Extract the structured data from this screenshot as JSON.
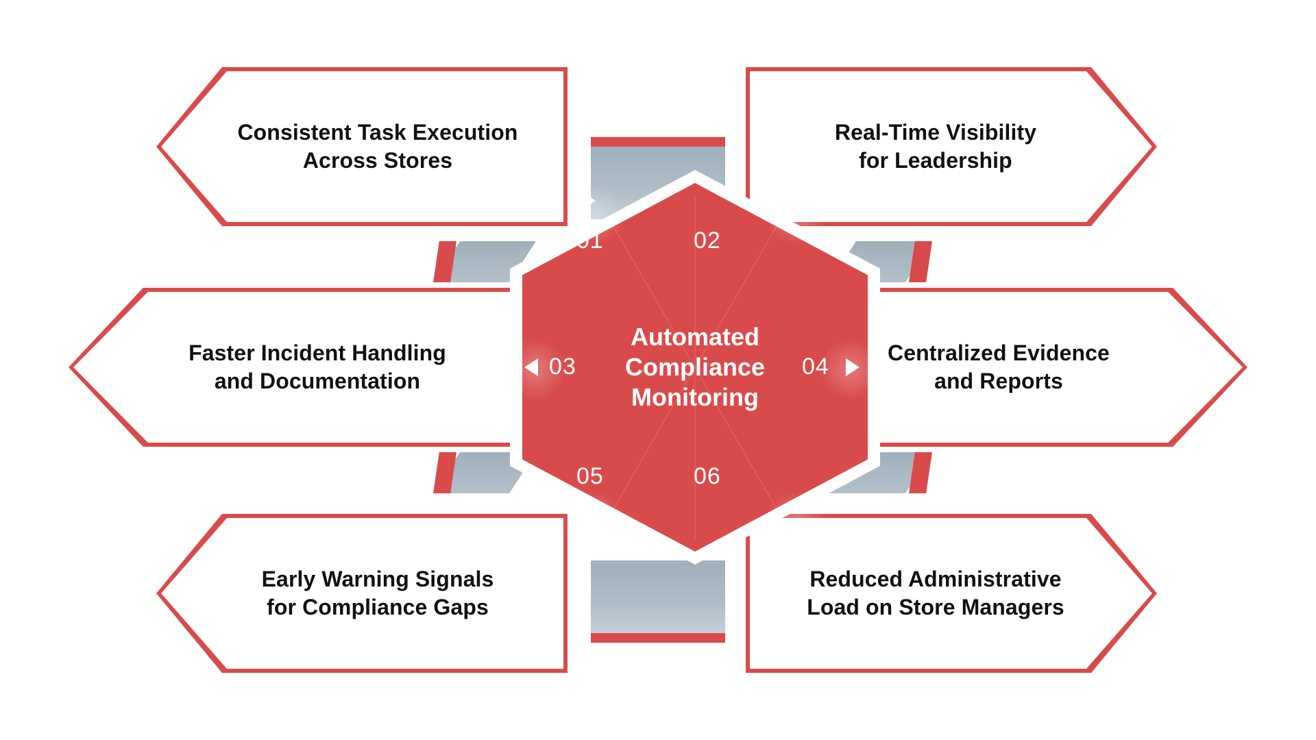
{
  "diagram": {
    "type": "hexagon-radial-benefits",
    "center": {
      "title": "Automated\nCompliance\nMonitoring",
      "fill_color": "#d94b4b",
      "text_color": "#ffffff"
    },
    "accent_color": "#d94b4b",
    "connector_color": "#a9b8c2",
    "background_color": "#ffffff",
    "items": [
      {
        "number": "01",
        "label": "Consistent Task Execution\nAcross Stores",
        "side": "left",
        "row": "top"
      },
      {
        "number": "02",
        "label": "Real-Time Visibility\nfor Leadership",
        "side": "right",
        "row": "top"
      },
      {
        "number": "03",
        "label": "Faster Incident Handling\nand Documentation",
        "side": "left",
        "row": "middle"
      },
      {
        "number": "04",
        "label": "Centralized Evidence\nand Reports",
        "side": "right",
        "row": "middle"
      },
      {
        "number": "05",
        "label": "Early Warning Signals\nfor Compliance Gaps",
        "side": "left",
        "row": "bottom"
      },
      {
        "number": "06",
        "label": "Reduced Administrative\nLoad on Store Managers",
        "side": "right",
        "row": "bottom"
      }
    ]
  }
}
